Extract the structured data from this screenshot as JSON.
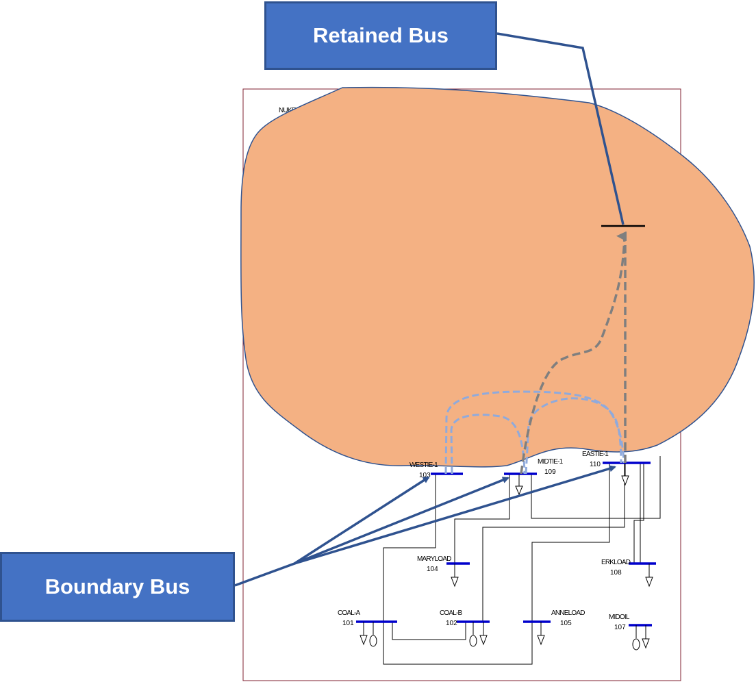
{
  "callouts": {
    "retained": "Retained Bus",
    "boundary": "Boundary Bus"
  },
  "buses": {
    "b103": {
      "name": "WESTIE-1",
      "number": "103"
    },
    "b109": {
      "name": "MIDTIE-1",
      "number": "109"
    },
    "b110": {
      "name": "EASTIE-1",
      "number": "110"
    },
    "b104": {
      "name": "MARYLOAD",
      "number": "104"
    },
    "b108": {
      "name": "ERKLOAD",
      "number": "108"
    },
    "b101": {
      "name": "COAL-A",
      "number": "101"
    },
    "b102": {
      "name": "COAL-B",
      "number": "102"
    },
    "b105": {
      "name": "ANNELOAD",
      "number": "105"
    },
    "b107": {
      "name": "MIDOIL",
      "number": "107"
    },
    "nuke": {
      "name": "NUKE-A"
    }
  },
  "colors": {
    "callout_fill": "#4472c4",
    "callout_border": "#2f528f",
    "equivalent_region_fill": "#f4b183",
    "bus_bar": "#0000cc",
    "frame_border": "#7f1f2f",
    "dashed_path": "#7f7f7f",
    "dashed_path_light": "#8faadc"
  }
}
